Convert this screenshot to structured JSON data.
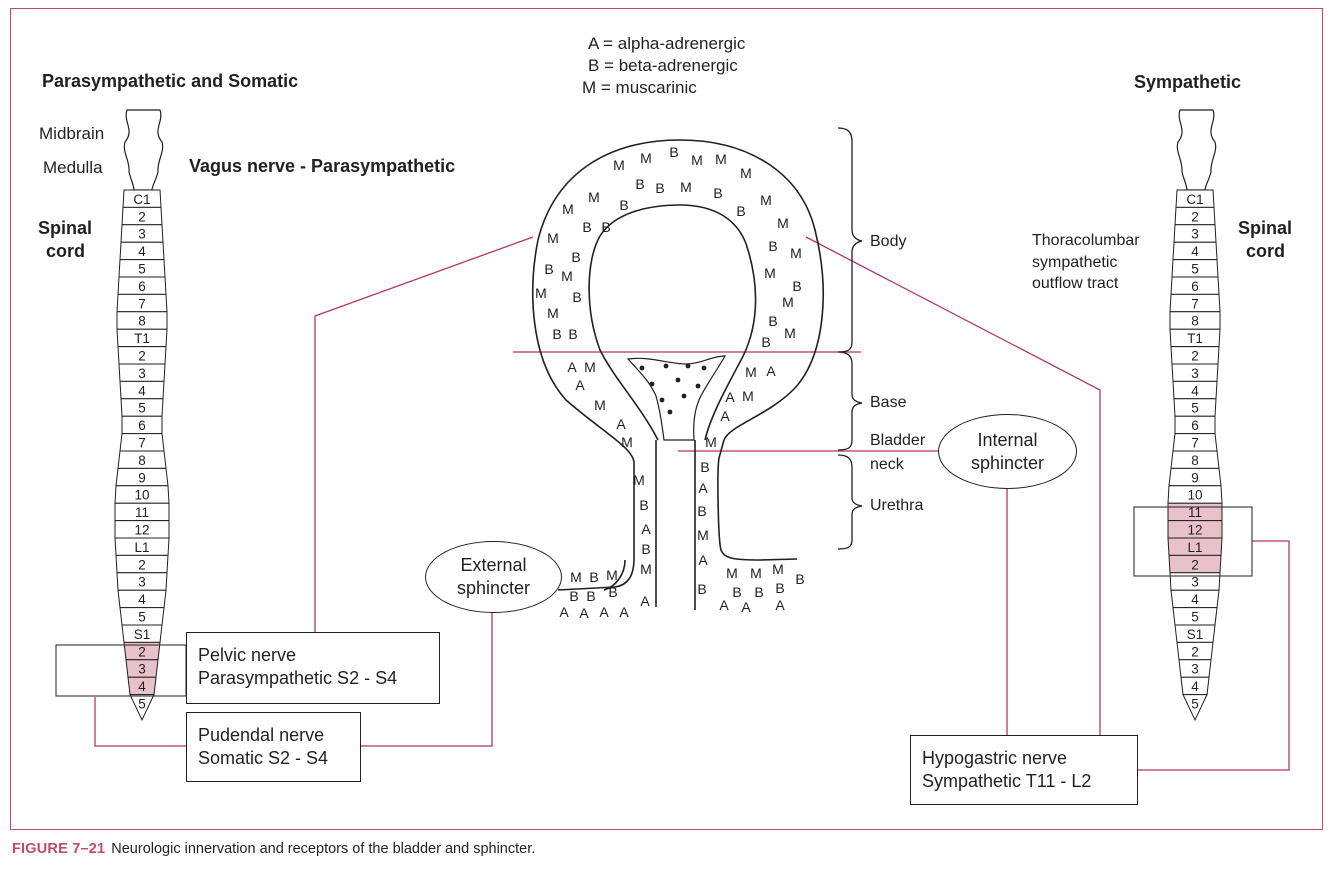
{
  "legend": {
    "alpha": "A = alpha-adrenergic",
    "beta": "B = beta-adrenergic",
    "muscarinic": "M = muscarinic"
  },
  "left": {
    "title": "Parasympathetic and Somatic",
    "midbrain": "Midbrain",
    "medulla": "Medulla",
    "vagus": "Vagus nerve - Parasympathetic",
    "spinal_cord": [
      "Spinal",
      "cord"
    ]
  },
  "right": {
    "title": "Sympathetic",
    "tract": [
      "Thoracolumbar",
      "sympathetic",
      "outflow tract"
    ],
    "spinal_cord": [
      "Spinal",
      "cord"
    ]
  },
  "segments": [
    "C1",
    "2",
    "3",
    "4",
    "5",
    "6",
    "7",
    "8",
    "T1",
    "2",
    "3",
    "4",
    "5",
    "6",
    "7",
    "8",
    "9",
    "10",
    "11",
    "12",
    "L1",
    "2",
    "3",
    "4",
    "5",
    "S1",
    "2",
    "3",
    "4",
    "5"
  ],
  "regions": {
    "body": "Body",
    "base": "Base",
    "bladder_neck": [
      "Bladder",
      "neck"
    ],
    "urethra": "Urethra"
  },
  "sphincters": {
    "internal": [
      "Internal",
      "sphincter"
    ],
    "external": [
      "External",
      "sphincter"
    ]
  },
  "nerves": {
    "pelvic": [
      "Pelvic nerve",
      "Parasympathetic S2 - S4"
    ],
    "pudendal": [
      "Pudendal nerve",
      "Somatic S2 - S4"
    ],
    "hypogastric": [
      "Hypogastric nerve",
      "Sympathetic T11 - L2"
    ]
  },
  "receptor_letters": [
    "A",
    "B",
    "M"
  ],
  "caption": {
    "figure": "FIGURE 7–21",
    "text": "Neurologic innervation and receptors of the bladder and sphincter."
  },
  "colors": {
    "highlight": "#e8c1cb",
    "nerve_line": "#b0385e",
    "ink": "#231f20",
    "caption_accent": "#c04a6a"
  }
}
